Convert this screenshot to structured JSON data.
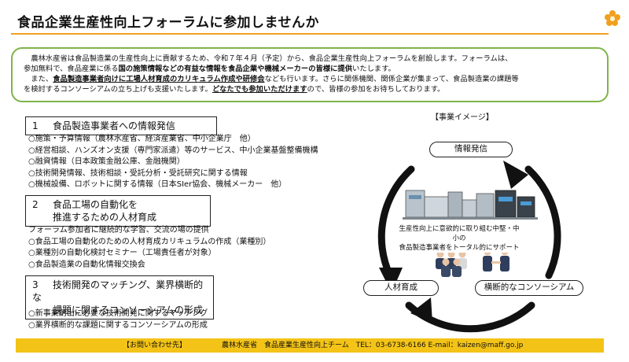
{
  "title": "食品企業生産性向上フォーラムに参加しませんか",
  "intro": {
    "line1": "農林水産省は食品製造業の生産性向上に貢献するため、令和７年４月（予定）から、食品企業生産性向上フォーラムを創設します。フォーラムは、",
    "line2_a": "参加無料で、食品産業に係る",
    "line2_b": "国の施策情報などの有益な情報を食品企業や機械メーカーの皆様に提供",
    "line2_c": "いたします。",
    "line3_a": "また、",
    "line3_b": "食品製造事業者向けに工場人材育成のカリキュラム作成や研修会",
    "line3_c": "なども行います。さらに関係機関、関係企業が集まって、食品製造業の課題等",
    "line4_a": "を検討するコンソーシアムの立ち上げも支援いたします。",
    "line4_b": "どなたでも参加いただけます",
    "line4_c": "ので、皆様の参加をお待ちしております。"
  },
  "sections": [
    {
      "number": "1",
      "heading_lines": [
        "食品製造事業者への情報発信"
      ],
      "items": [
        "○施策・予算情報（農林水産省、経済産業省、中小企業庁　他）",
        "○経営相談、ハンズオン支援（専門家派遣）等のサービス、中小企業基盤整備機構",
        "○融資情報（日本政策金融公庫、金融機関）",
        "○技術開発情報、技術相談・受託分析・受託研究に関する情報",
        "○機械設備、ロボットに関する情報（日本SIer協会、機械メーカー　他）"
      ]
    },
    {
      "number": "2",
      "heading_lines": [
        "食品工場の自動化を",
        "推進するための人材育成"
      ],
      "items": [
        "フォーラム参加者に継続的な学習、交流の場の提供",
        "○食品工場の自動化のための人材育成カリキュラムの作成（業種別）",
        "○業種別の自動化検討セミナー（工場責任者が対象）",
        "○食品製造業の自動化情報交換会"
      ]
    },
    {
      "number": "3",
      "heading_lines": [
        "技術開発のマッチング、業界横断的な",
        "課題に関するコンソーシアムの形成"
      ],
      "items": [
        "○新事業創出に必要な技術開発に関するマッチング",
        "○業界横断的な課題に関するコンソーシアムの形成"
      ]
    }
  ],
  "diagram": {
    "label": "【事業イメージ】",
    "node_top": "情報発信",
    "node_left": "人材育成",
    "node_right": "横断的なコンソーシアム",
    "center_note_line1": "生産性向上に意欲的に取り組む中堅・中小の",
    "center_note_line2": "食品製造事業者をトータル的にサポート",
    "ring_color": "#111111",
    "flower_color": "#f0a020"
  },
  "footer": {
    "contact_label": "【お問い合わせ先】",
    "contact_text": "農林水産省　食品産業生産性向上チーム　TEL：03-6738-6166  E-mail：kaizen@maff.go.jp",
    "background": "#f3c317"
  }
}
